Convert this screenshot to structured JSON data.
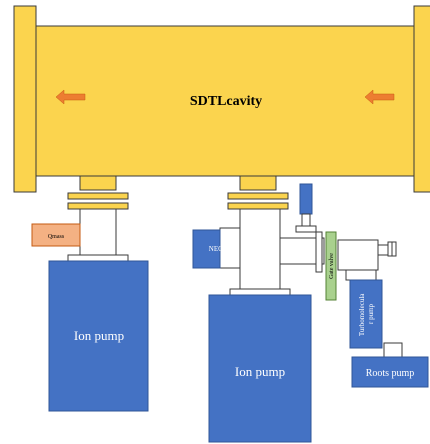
{
  "cavity": {
    "label": "SDTLcavity"
  },
  "ion_pump_left": {
    "label": "Ion pump"
  },
  "ion_pump_right": {
    "label": "Ion pump"
  },
  "qmass": {
    "label": "Qmass"
  },
  "neg": {
    "label": "NEG"
  },
  "gate_valve": {
    "label": "Gate valve"
  },
  "turbo_pump": {
    "label": "Turbomolecula r pump"
  },
  "roots_pump": {
    "label": "Roots pump"
  },
  "colors": {
    "cavity_fill": "#fbd44e",
    "outline": "#3a3a3a",
    "pump_blue": "#4472c4",
    "arrow_orange": "#ed7d31",
    "qmass_fill": "#f4b183",
    "gate_green": "#a9d18e"
  }
}
